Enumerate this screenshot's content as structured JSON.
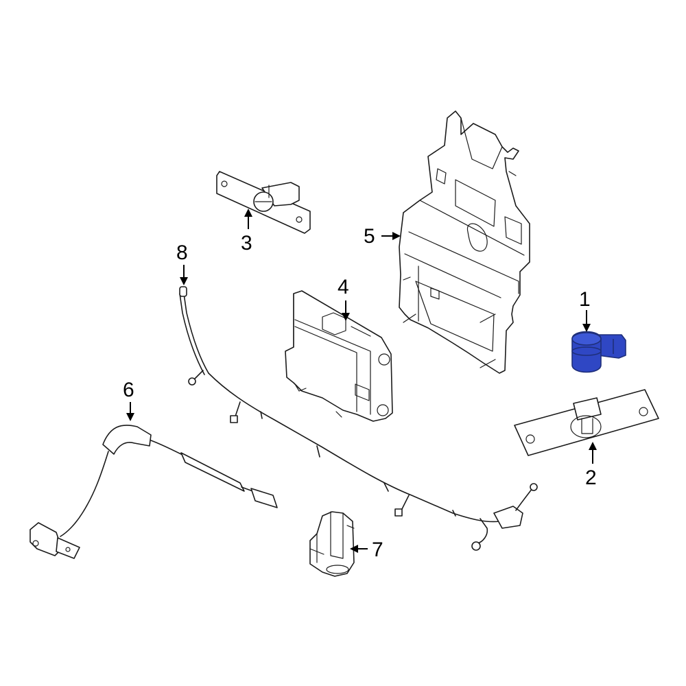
{
  "callouts": [
    {
      "id": "1",
      "label": "1"
    },
    {
      "id": "2",
      "label": "2"
    },
    {
      "id": "3",
      "label": "3"
    },
    {
      "id": "4",
      "label": "4"
    },
    {
      "id": "5",
      "label": "5"
    },
    {
      "id": "6",
      "label": "6"
    },
    {
      "id": "7",
      "label": "7"
    },
    {
      "id": "8",
      "label": "8"
    }
  ],
  "colors": {
    "highlight_part": "#2f47c4",
    "highlight_part_dark": "#1f2f8a",
    "line": "#1a1a1a"
  },
  "highlighted_callout": "1"
}
